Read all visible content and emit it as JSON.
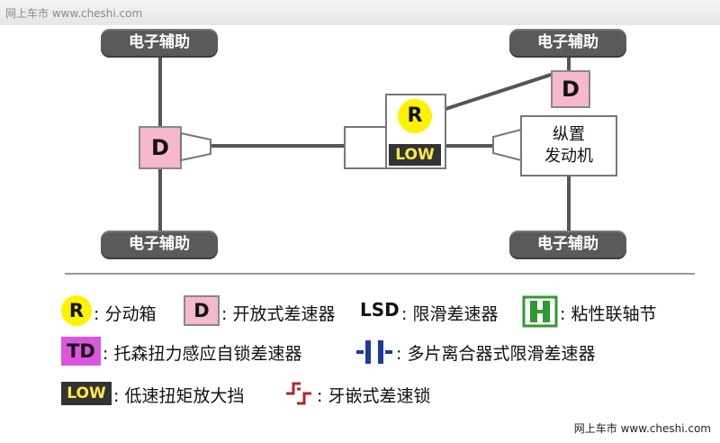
{
  "header": {
    "watermark_left": "网上车市 www.cheshi.com"
  },
  "footer": {
    "watermark_right": "网上车市 www.cheshi.com"
  },
  "diagram": {
    "wheel_label": "电子辅助",
    "r_label": "R",
    "d_label": "D",
    "low_label": "LOW",
    "engine_label_line1": "纵置",
    "engine_label_line2": "发动机"
  },
  "legend": {
    "r_symbol": "R",
    "r_text": ": 分动箱",
    "d_symbol": "D",
    "d_text": ": 开放式差速器",
    "lsd_symbol": "LSD",
    "lsd_text": ": 限滑差速器",
    "coupling_text": ": 粘性联轴节",
    "td_symbol": "TD",
    "td_text": ": 托森扭力感应自锁差速器",
    "multiplate_text": ": 多片离合器式限滑差速器",
    "low_symbol": "LOW",
    "low_text": ": 低速扭矩放大挡",
    "locker_text": ": 牙嵌式差速锁"
  },
  "colors": {
    "yellow": "#fff200",
    "pink": "#f5b8cc",
    "magenta": "#dd55dd",
    "green": "#2f9a2f",
    "blue": "#1b3c9a",
    "red": "#b2262a"
  }
}
